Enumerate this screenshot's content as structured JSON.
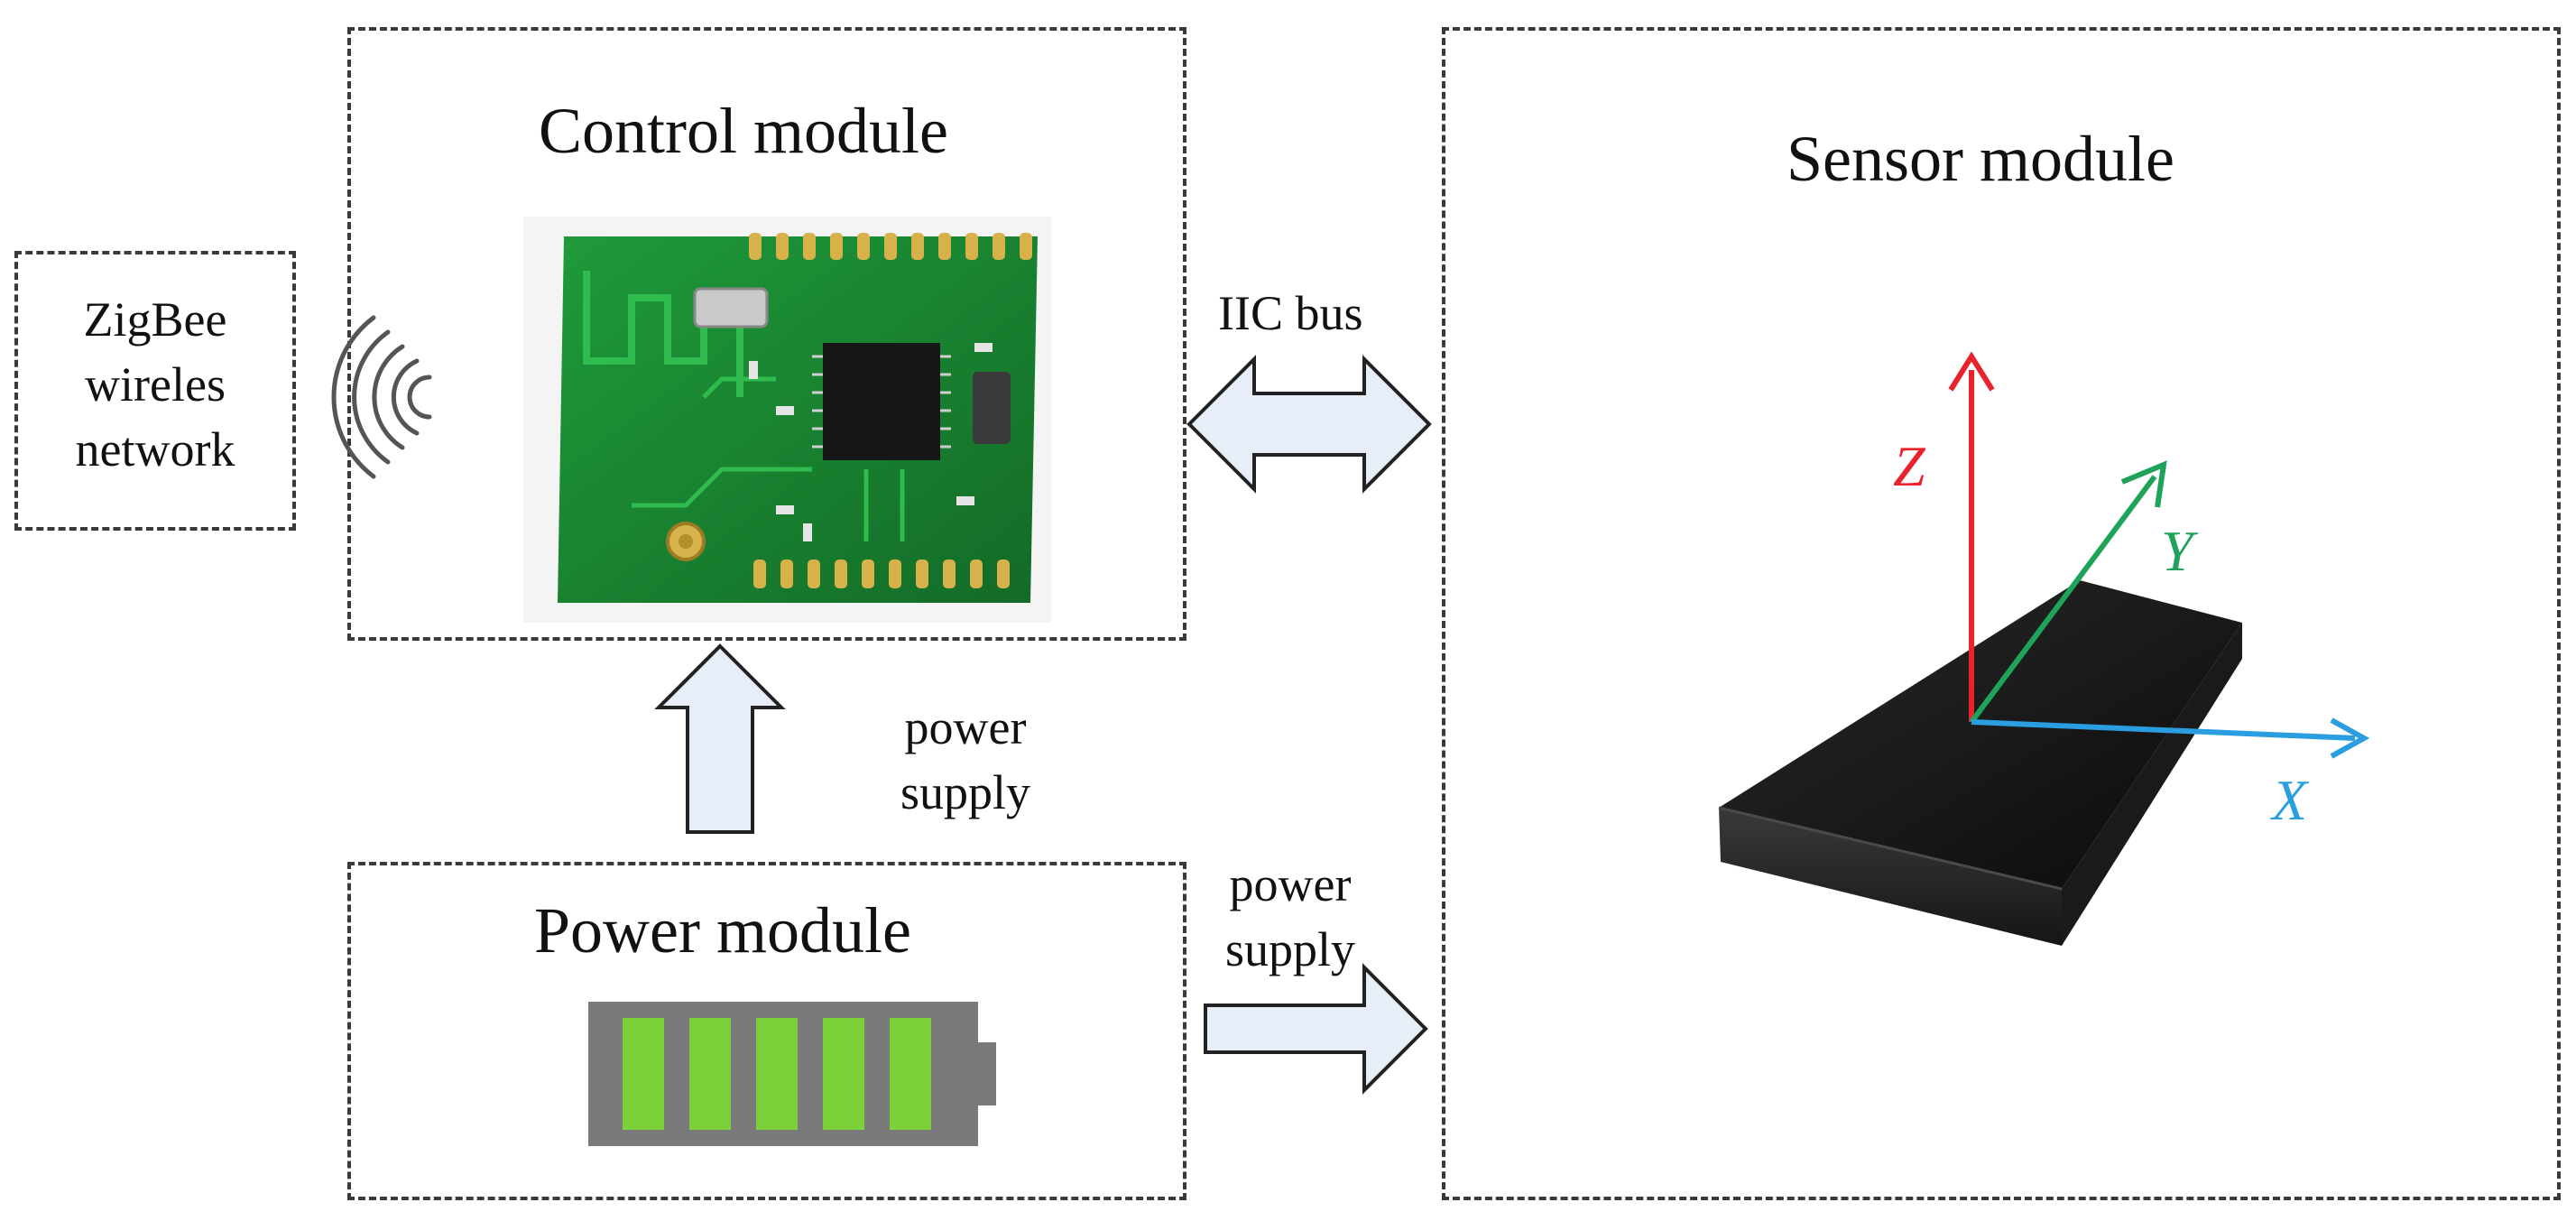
{
  "diagram": {
    "control_module": {
      "title": "Control module"
    },
    "sensor_module": {
      "title": "Sensor module",
      "axes": [
        {
          "name": "Z",
          "color": "#e8232b"
        },
        {
          "name": "Y",
          "color": "#1fa35a"
        },
        {
          "name": "X",
          "color": "#2a9ee0"
        }
      ]
    },
    "power_module": {
      "title": "Power module",
      "battery_cells": 5,
      "battery_color": "#7cd13a",
      "battery_case_color": "#7a7a7a"
    },
    "network": {
      "lines": [
        "ZigBee",
        "wireles",
        "network"
      ]
    },
    "links": {
      "iic": {
        "label": "IIC bus"
      },
      "power_to_control": {
        "label_lines": [
          "power",
          "supply"
        ]
      },
      "power_to_sensor": {
        "label_lines": [
          "power",
          "supply"
        ]
      }
    },
    "arrow_fill": "#e7eef7"
  }
}
